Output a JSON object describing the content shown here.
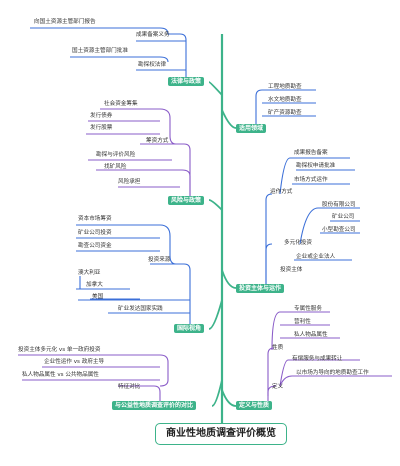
{
  "root": "商业性地质调查评价概览",
  "branches": {
    "law": "法律与政策",
    "risk": "风险与政策",
    "intl": "国际视角",
    "compare": "与公益性地质调查评价的对比",
    "define": "定义与性质",
    "invest": "投资主体与运作",
    "field": "适用领域"
  },
  "law": {
    "items": [
      "向国土资源主管部门报告",
      "成果备案义务",
      "国土资源主管部门批准",
      "勘探权法律"
    ]
  },
  "risk": {
    "group1": [
      "社会资金筹集",
      "发行债券",
      "发行股票"
    ],
    "sub1": "筹资方式",
    "group2": [
      "勘探与评价风险",
      "找矿风险",
      "风险承担"
    ]
  },
  "intl": {
    "group1": [
      "资本市场筹资",
      "矿业公司投资",
      "勘查公司资金"
    ],
    "sub1": "投资来源",
    "group2": [
      "澳大利亚",
      "加拿大",
      "美国",
      "矿业发达国家实践"
    ]
  },
  "compare": {
    "items": [
      "投资主体多元化 vs 单一政府投资",
      "企业性运作 vs 政府主导",
      "私人物品属性 vs 公共物品属性"
    ],
    "sub": "特征对比"
  },
  "define": {
    "group1": [
      "专属性服务",
      "营利性",
      "私人物品属性"
    ],
    "sub1": "性质",
    "group2": [
      "有偿服务与成果转让",
      "以市场为导向的地质勘查工作"
    ],
    "sub2": "定义"
  },
  "invest": {
    "group1": [
      "成果报告备案",
      "勘探权申请批准",
      "市场方式运作"
    ],
    "sub1": "运作方式",
    "group2": [
      "股份有限公司",
      "矿业公司",
      "小型勘查公司"
    ],
    "sub2": "多元化投资",
    "item3": "企业或企业法人",
    "sub3": "投资主体"
  },
  "field": {
    "items": [
      "工程地质勘查",
      "水文地质勘查",
      "矿产资源勘查"
    ]
  },
  "colors": {
    "trunk": "#3db38a",
    "blue": "#3b6fd8",
    "purple": "#8a5cc8",
    "teal": "#2aa5a0"
  }
}
